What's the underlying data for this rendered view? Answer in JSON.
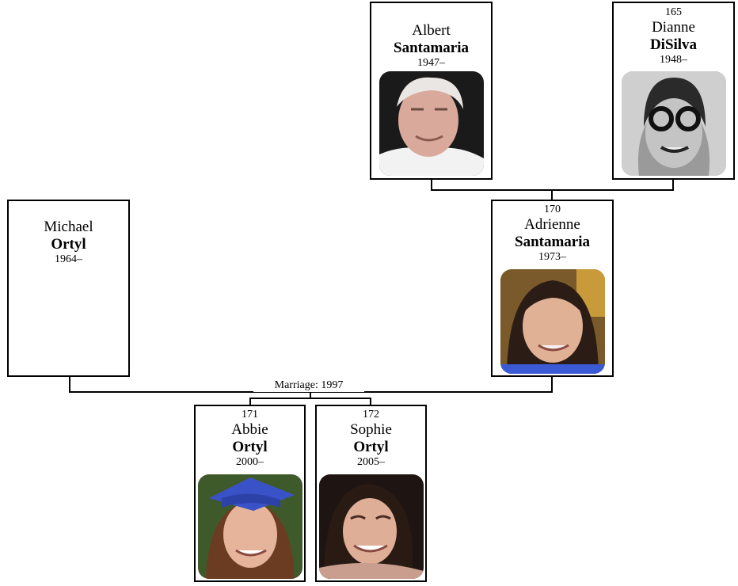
{
  "persons": {
    "albert": {
      "number": "",
      "given": "Albert",
      "surname": "Santamaria",
      "years": "1947–",
      "photo": "elderly-man-photo"
    },
    "dianne": {
      "number": "165",
      "given": "Dianne",
      "surname": "DiSilva",
      "years": "1948–",
      "photo": "woman-glasses-bw-photo"
    },
    "michael": {
      "number": "",
      "given": "Michael",
      "surname": "Ortyl",
      "years": "1964–",
      "photo": ""
    },
    "adrienne": {
      "number": "170",
      "given": "Adrienne",
      "surname": "Santamaria",
      "years": "1973–",
      "photo": "woman-portrait-photo"
    },
    "abbie": {
      "number": "171",
      "given": "Abbie",
      "surname": "Ortyl",
      "years": "2000–",
      "photo": "graduate-cap-photo"
    },
    "sophie": {
      "number": "172",
      "given": "Sophie",
      "surname": "Ortyl",
      "years": "2005–",
      "photo": "girl-smiling-photo"
    }
  },
  "marriage": {
    "label": "Marriage: 1997"
  },
  "colors": {
    "line": "#000000",
    "card_border": "#000000",
    "background": "#ffffff"
  }
}
